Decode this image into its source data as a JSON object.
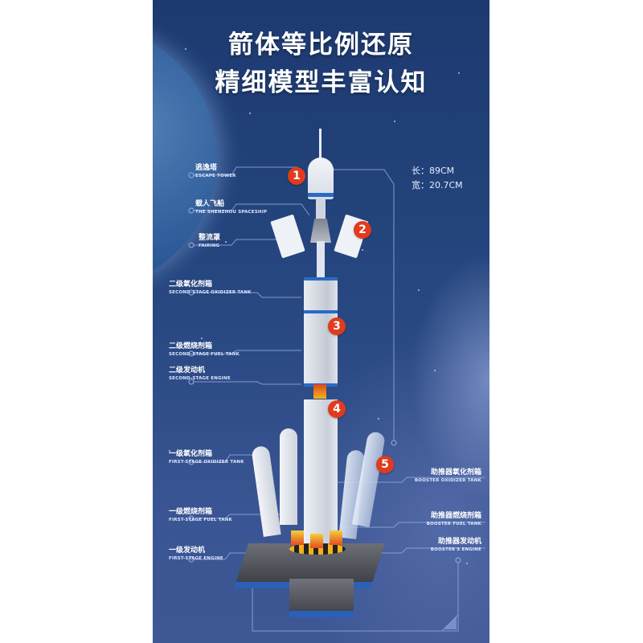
{
  "headline": {
    "line1": "箭体等比例还原",
    "line2": "精细模型丰富认知"
  },
  "dimensions": {
    "length": "长：89CM",
    "width": "宽：20.7CM"
  },
  "badges": [
    "1",
    "2",
    "3",
    "4",
    "5"
  ],
  "left_labels": [
    {
      "cn": "逃逸塔",
      "en": "ESCAPE TOWER"
    },
    {
      "cn": "载人飞船",
      "en": "THE SHENZHOU SPACESHIP"
    },
    {
      "cn": "整流罩",
      "en": "FAIRING"
    },
    {
      "cn": "二级氧化剂箱",
      "en": "SECOND-STAGE OXIDIZER TANK"
    },
    {
      "cn": "二级燃烧剂箱",
      "en": "SECOND-STAGE FUEL TANK"
    },
    {
      "cn": "二级发动机",
      "en": "SECOND-STAGE ENGINE"
    },
    {
      "cn": "一级氧化剂箱",
      "en": "FIRST-STAGE OXIDIZER TANK"
    },
    {
      "cn": "一级燃烧剂箱",
      "en": "FIRST-STAGE FUEL TANK"
    },
    {
      "cn": "一级发动机",
      "en": "FIRST-STAGE ENGINE"
    }
  ],
  "right_labels": [
    {
      "cn": "助推器氧化剂箱",
      "en": "BOOSTER OXIDIZER TANK"
    },
    {
      "cn": "助推器燃烧剂箱",
      "en": "BOOSTER FUEL TANK"
    },
    {
      "cn": "助推器发动机",
      "en": "BOOSTER'S ENGINE"
    }
  ],
  "colors": {
    "badge": "#e23a1c",
    "background_top": "#1d3a70",
    "background_bottom": "#3e5795",
    "leader_line": "#8ea2d8"
  }
}
